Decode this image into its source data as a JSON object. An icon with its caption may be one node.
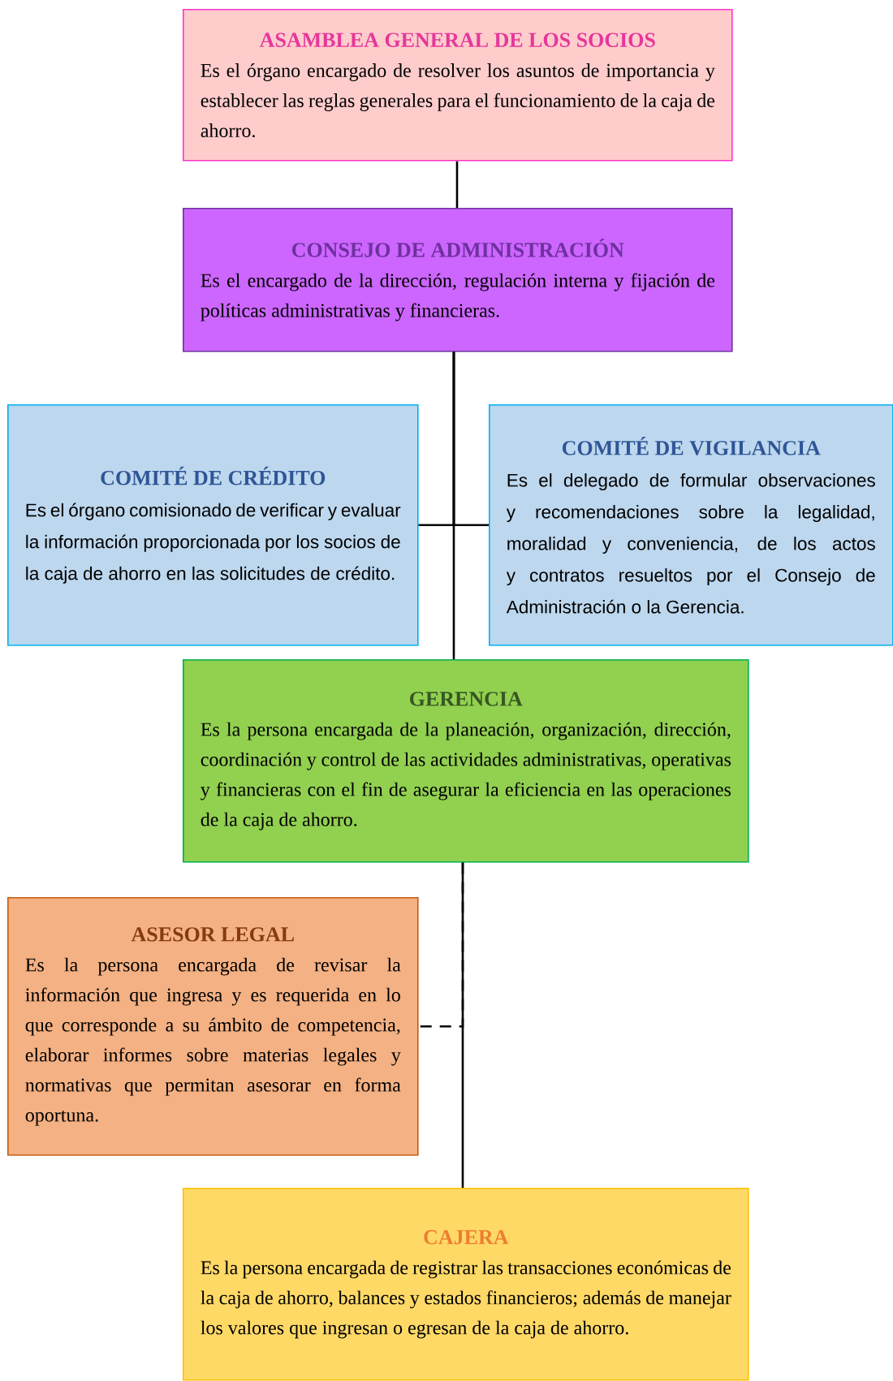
{
  "diagram": {
    "nodes": [
      {
        "text": [
          "ASAMBLEA GENERAL DE LOS SOCIOS",
          "Es el órgano encargado de resolver los asuntos de importancia y establecer las reglas generales para el funcionamiento de la caja de ahorro."
        ]
      },
      {
        "text": [
          "CONSEJO DE ADMINISTRACIÓN",
          "Es el encargado de la dirección, regulación interna y fijación de políticas administrativas y financieras."
        ]
      },
      {
        "text": [
          "COMITÉ DE CRÉDITO",
          "Es el órgano comisionado de verificar y evaluar la información proporcionada por los socios de la caja de ahorro en las solicitudes de crédito."
        ]
      },
      {
        "text": [
          "COMITÉ DE VIGILANCIA",
          "Es el delegado de formular observaciones y recomendaciones sobre la legalidad, moralidad y conveniencia, de los actos y contratos resueltos por el Consejo de Administración o la Gerencia."
        ]
      },
      {
        "text": [
          "GERENCIA",
          "Es la persona encargada de la planeación, organización, dirección, coordinación y control de las actividades administrativas, operativas y financieras con el fin de asegurar la eficiencia en las operaciones de la caja de ahorro."
        ]
      },
      {
        "text": [
          "ASESOR LEGAL",
          "Es la persona encargada de revisar la información que ingresa y es requerida en lo que corresponde a su ámbito de competencia, elaborar informes sobre materias legales y normativas que permitan asesorar en forma oportuna."
        ]
      },
      {
        "text": [
          "CAJERA",
          "Es la persona encargada de registrar las transacciones económicas de la caja de ahorro, balances y estados financieros; además de manejar los valores que ingresan o egresan de la caja de ahorro."
        ]
      }
    ],
    "edges": [
      {
        "from": 0,
        "to": 1,
        "arrow": "none"
      },
      {
        "from": 1,
        "to": 2,
        "arrow": "none"
      },
      {
        "from": 1,
        "to": 3,
        "arrow": "none"
      },
      {
        "from": 1,
        "to": 4,
        "arrow": "none"
      },
      {
        "from": 4,
        "to": 5,
        "arrow": "none",
        "style": "dashed"
      },
      {
        "from": 4,
        "to": 6,
        "arrow": "none"
      }
    ]
  }
}
